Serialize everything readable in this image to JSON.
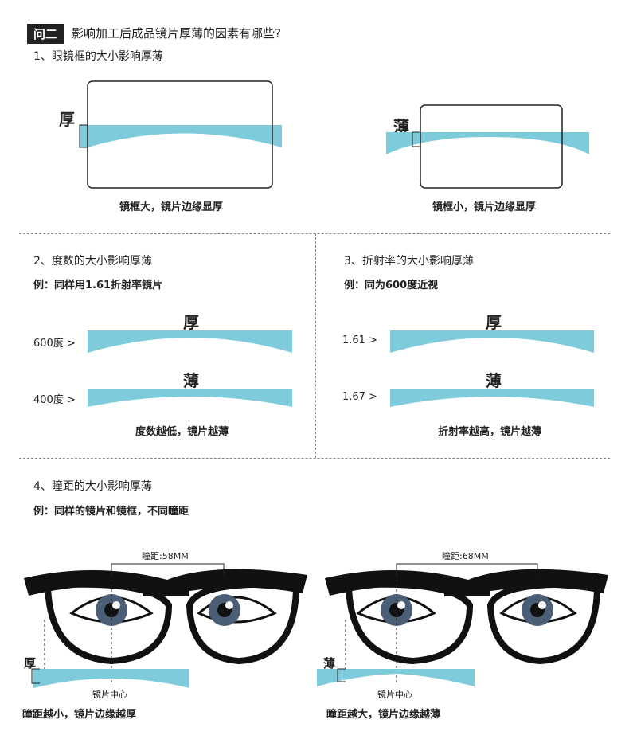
{
  "header": {
    "tag": "问二",
    "question": "影响加工后成品镜片厚薄的因素有哪些?"
  },
  "section1": {
    "title": "1、眼镜框的大小影响厚薄",
    "left_thick": "厚",
    "left_caption": "镜框大，镜片边缘显厚",
    "right_thin": "薄",
    "right_caption": "镜框小，镜片边缘显厚"
  },
  "section2": {
    "title": "2、度数的大小影响厚薄",
    "example": "例：同样用1.61折射率镜片",
    "thick": "厚",
    "thin": "薄",
    "row1": "600度 >",
    "row2": "400度 >",
    "caption": "度数越低，镜片越薄"
  },
  "section3": {
    "title": "3、折射率的大小影响厚薄",
    "example": "例：同为600度近视",
    "thick": "厚",
    "thin": "薄",
    "row1": "1.61 >",
    "row2": "1.67 >",
    "caption": "折射率越高，镜片越薄"
  },
  "section4": {
    "title": "4、瞳距的大小影响厚薄",
    "example": "例：同样的镜片和镜框，不同瞳距",
    "left_pd": "瞳距:58MM",
    "right_pd": "瞳距:68MM",
    "left_thick": "厚",
    "right_thin": "薄",
    "lens_center": "镜片中心",
    "left_caption": "瞳距越小，镜片边缘越厚",
    "right_caption": "瞳距越大，镜片边缘越薄"
  },
  "colors": {
    "lens": "#7ecbdc",
    "text": "#222222"
  }
}
